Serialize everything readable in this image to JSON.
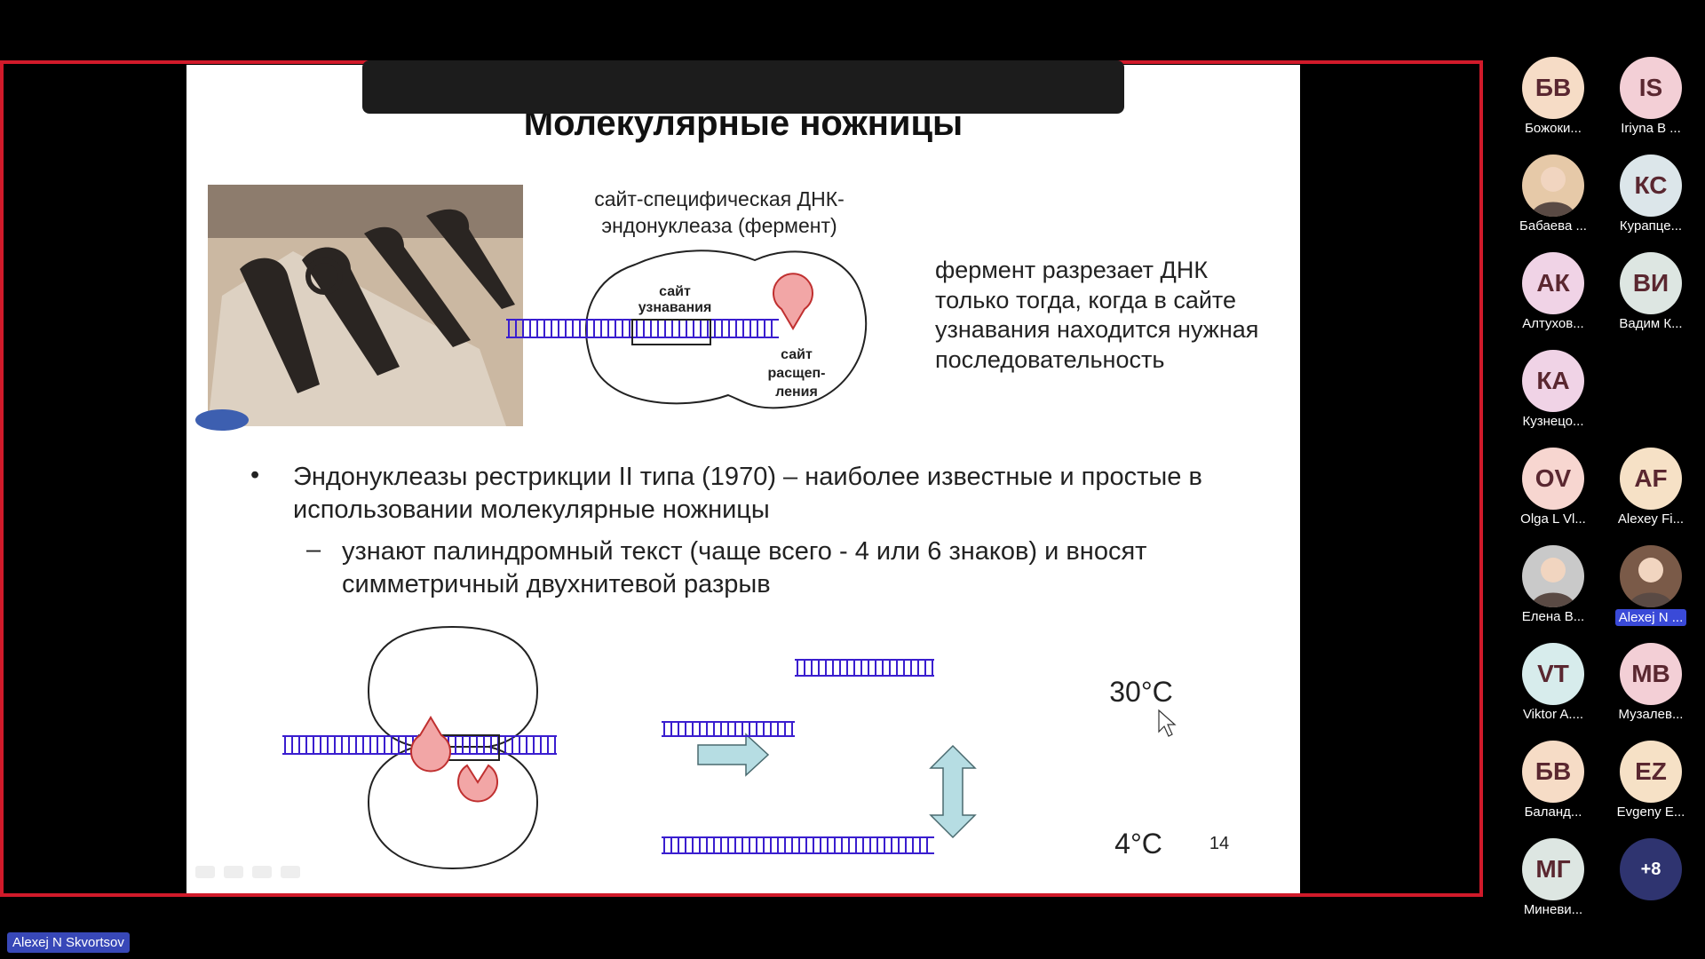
{
  "slide": {
    "title": "Молекулярные ножницы",
    "enzyme_caption_line1": "сайт-специфическая ДНК-",
    "enzyme_caption_line2": "эндонуклеаза (фермент)",
    "site_recognition_line1": "сайт",
    "site_recognition_line2": "узнавания",
    "site_cleavage_line1": "сайт",
    "site_cleavage_line2": "расщеп-",
    "site_cleavage_line3": "ления",
    "side_text": "фермент разрезает ДНК только тогда, когда в сайте узнавания находится нужная последовательность",
    "bullet_dot": "•",
    "bullet_1": "Эндонуклеазы рестрикции II типа (1970) – наиболее известные и простые в использовании молекулярные ножницы",
    "bullet_dash": "–",
    "bullet_2": "узнают палиндромный текст (чаще всего - 4 или 6 знаков) и вносят симметричный двухнитевой разрыв",
    "temp_high": "30°C",
    "temp_low": "4°C",
    "page_number": "14"
  },
  "participants": [
    {
      "initials": "БВ",
      "name": "Божоки...",
      "bg": "#f6dcc6"
    },
    {
      "initials": "IS",
      "name": "Iriyna B ...",
      "bg": "#f3cfd6"
    },
    {
      "initials": "",
      "name": "Бабаева ...",
      "bg": "#e6c9a8",
      "photo": true
    },
    {
      "initials": "КС",
      "name": "Курапце...",
      "bg": "#dce6ea"
    },
    {
      "initials": "АК",
      "name": "Алтухов...",
      "bg": "#f0d3e6"
    },
    {
      "initials": "ВИ",
      "name": "Вадим К...",
      "bg": "#dde6e2"
    },
    {
      "initials": "КА",
      "name": "Кузнецо...",
      "bg": "#f0d3e6"
    },
    {
      "initials": "OV",
      "name": "Olga L Vl...",
      "bg": "#f7d6d0"
    },
    {
      "initials": "AF",
      "name": "Alexey Fi...",
      "bg": "#f6e1c6"
    },
    {
      "initials": "",
      "name": "Елена В...",
      "bg": "#c9c9c9",
      "photo": true
    },
    {
      "initials": "",
      "name": "Alexej N ...",
      "bg": "#7a5a48",
      "photo": true,
      "highlight": true
    },
    {
      "initials": "VT",
      "name": "Viktor A....",
      "bg": "#d7ecec"
    },
    {
      "initials": "МВ",
      "name": "Музалев...",
      "bg": "#f3cfd6"
    },
    {
      "initials": "БВ",
      "name": "Баланд...",
      "bg": "#f6dcc6"
    },
    {
      "initials": "EZ",
      "name": "Evgeny E...",
      "bg": "#f6e1c6"
    },
    {
      "initials": "МГ",
      "name": "Миневи...",
      "bg": "#dde6e2"
    },
    {
      "initials": "+8",
      "name": "",
      "bg": "#2f3470"
    }
  ],
  "speaker_name": "Alexej N Skvortsov",
  "colors": {
    "frame": "#d11a2a",
    "dna": "#3a1ecf",
    "arrow": "#b6dde3",
    "enzyme_site": "#f2a6a6"
  }
}
